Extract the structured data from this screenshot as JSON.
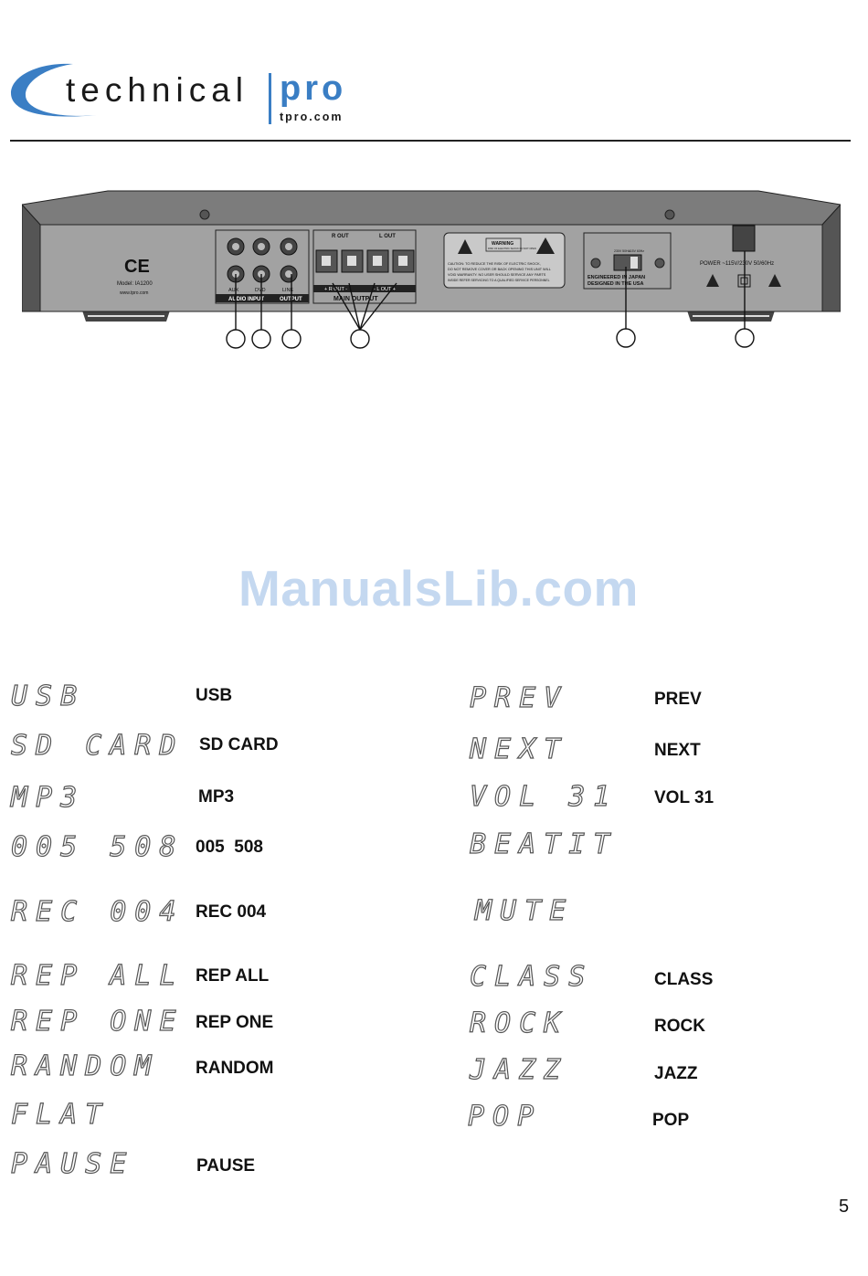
{
  "header": {
    "brand_word": "technical",
    "brand_pro": "pro",
    "brand_url": "tpro.com"
  },
  "colors": {
    "brand_blue": "#3a7ec4",
    "watermark": "#c4d8f0",
    "panel_gray": "#9a9a9a"
  },
  "panel": {
    "ce_mark": "CE",
    "model": "Model: IA1200",
    "website": "www.tpro.com",
    "jacks": {
      "aux": "AUX",
      "dvd": "DVD",
      "line": "LINE"
    },
    "audio_input_label": "AUDIO INPUT",
    "output_label": "OUTPUT",
    "r_out": "R OUT",
    "l_out": "L OUT",
    "r_out_bottom": "+ R OUT -",
    "l_out_bottom": "- L OUT +",
    "main_output": "MAIN OUTPUT",
    "warning_title": "WARNING",
    "warning_sub": "RISK OF ELECTRIC SHOCK DO NOT OPEN",
    "caution_lines": [
      "CAUTION: TO REDUCE THE RISK OF ELECTRIC SHOCK,",
      "DO NOT REMOVE COVER OR BACK OPENING THIS UNIT WILL",
      "VOID WARRANTY. NO USER SHOULD SERVICE ANY PARTS",
      "INSIDE REFER SERVICING TO A QUALIFIED SERVICE PERSONNEL"
    ],
    "volt_230": "230V 50Hz",
    "volt_115": "115V 60Hz",
    "engineered_1": "ENGINEERED IN JAPAN",
    "engineered_2": "DESIGNED IN THE USA",
    "power_label": "POWER ~115V/230V 50/60Hz"
  },
  "watermark": "ManualsLib.com",
  "display_left": [
    {
      "lcd": "USB",
      "desc": "USB"
    },
    {
      "lcd": "SD CARD",
      "desc": "SD CARD"
    },
    {
      "lcd": "MP3",
      "desc": "MP3"
    },
    {
      "lcd": "005 508",
      "desc": "005  508"
    },
    {
      "lcd": "REC 004",
      "desc": "REC 004"
    },
    {
      "lcd": "REP ALL",
      "desc": "REP ALL"
    },
    {
      "lcd": "REP ONE",
      "desc": "REP ONE"
    },
    {
      "lcd": "RANDOM",
      "desc": "RANDOM"
    },
    {
      "lcd": "FLAT",
      "desc": ""
    },
    {
      "lcd": "PAUSE",
      "desc": "PAUSE"
    }
  ],
  "display_right": [
    {
      "lcd": "PREV",
      "desc": "PREV"
    },
    {
      "lcd": "NEXT",
      "desc": "NEXT"
    },
    {
      "lcd": "VOL 31",
      "desc": "VOL 31"
    },
    {
      "lcd": "BEATIT",
      "desc": ""
    },
    {
      "lcd": "MUTE",
      "desc": ""
    },
    {
      "lcd": "CLASS",
      "desc": "CLASS"
    },
    {
      "lcd": "ROCK",
      "desc": "ROCK"
    },
    {
      "lcd": "JAZZ",
      "desc": "JAZZ"
    },
    {
      "lcd": "POP",
      "desc": "POP"
    }
  ],
  "page_number": "5"
}
